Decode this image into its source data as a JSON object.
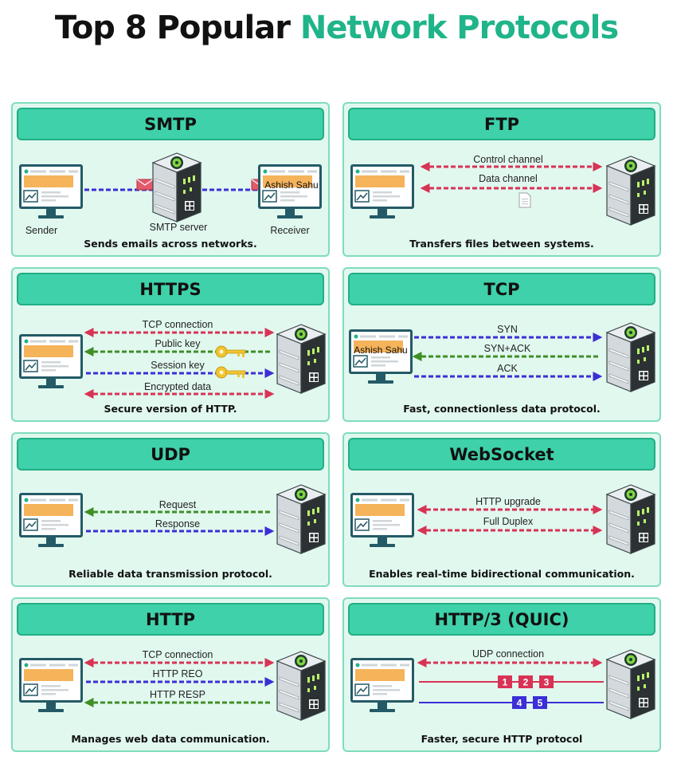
{
  "title": {
    "part1": "Top 8 Popular",
    "part2": "Network Protocols"
  },
  "colors": {
    "accent": "#1fb489",
    "card_bg": "#e1f8ef",
    "header_bg": "#3fd1a9",
    "red": "#d83355",
    "blue": "#3b2fd6",
    "green": "#3f8f25",
    "key": "#f0c531"
  },
  "cards": {
    "smtp": {
      "title": "SMTP",
      "caption": "Sends emails across networks.",
      "sender": "Sender",
      "server": "SMTP server",
      "receiver": "Receiver",
      "screen_text": "Ashish Sahu"
    },
    "ftp": {
      "title": "FTP",
      "caption": "Transfers files between systems.",
      "line1": "Control channel",
      "line2": "Data channel"
    },
    "https": {
      "title": "HTTPS",
      "caption": "Secure version of HTTP.",
      "line1": "TCP connection",
      "line2": "Public key",
      "line3": "Session key",
      "line4": "Encrypted data"
    },
    "tcp": {
      "title": "TCP",
      "caption": "Fast, connectionless data protocol.",
      "line1": "SYN",
      "line2": "SYN+ACK",
      "line3": "ACK",
      "screen_text": "Ashish Sahu"
    },
    "udp": {
      "title": "UDP",
      "caption": "Reliable data transmission protocol.",
      "line1": "Request",
      "line2": "Response"
    },
    "websocket": {
      "title": "WebSocket",
      "caption": "Enables real-time bidirectional communication.",
      "line1": "HTTP upgrade",
      "line2": "Full Duplex"
    },
    "http": {
      "title": "HTTP",
      "caption": "Manages web data communication.",
      "line1": "TCP connection",
      "line2": "HTTP REO",
      "line3": "HTTP RESP"
    },
    "http3": {
      "title": "HTTP/3 (QUIC)",
      "caption": "Faster, secure HTTP protocol",
      "line1": "UDP connection",
      "packets_red": [
        "1",
        "2",
        "3"
      ],
      "packets_blue": [
        "4",
        "5"
      ]
    }
  }
}
